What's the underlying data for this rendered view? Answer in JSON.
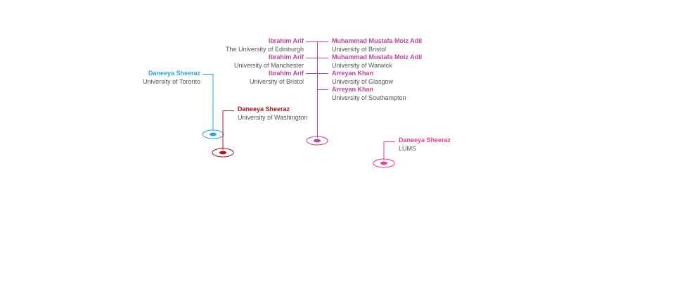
{
  "colors": {
    "blue": "#29a9e0",
    "red": "#b5121b",
    "purple": "#c2449a",
    "pink": "#ec3f96",
    "text": "#555555"
  },
  "markers": [
    {
      "id": "toronto",
      "name": "Daneeya Sheeraz",
      "place": "University of Toronto",
      "color": "blue"
    },
    {
      "id": "washington",
      "name": "Daneeya Sheeraz",
      "place": "University of Washington",
      "color": "red"
    },
    {
      "id": "lums",
      "name": "Daneeya Sheeraz",
      "place": "LUMS",
      "color": "pink"
    }
  ],
  "uk_group": {
    "left": [
      {
        "name": "Ibrahim Arif",
        "place": "The University of Edinburgh"
      },
      {
        "name": "Ibrahim Arif",
        "place": "University of Manchester"
      },
      {
        "name": "Ibrahim Arif",
        "place": "University of Bristol"
      }
    ],
    "right": [
      {
        "name": "Muhammad Mustafa Moiz Adil",
        "place": "University of Bristol"
      },
      {
        "name": "Muhammad Mustafa Moiz Adil",
        "place": "University of Warwick"
      },
      {
        "name": "Arreyan Khan",
        "place": "University of Glasgow"
      },
      {
        "name": "Arreyan Khan",
        "place": "University of Southampton"
      }
    ]
  }
}
